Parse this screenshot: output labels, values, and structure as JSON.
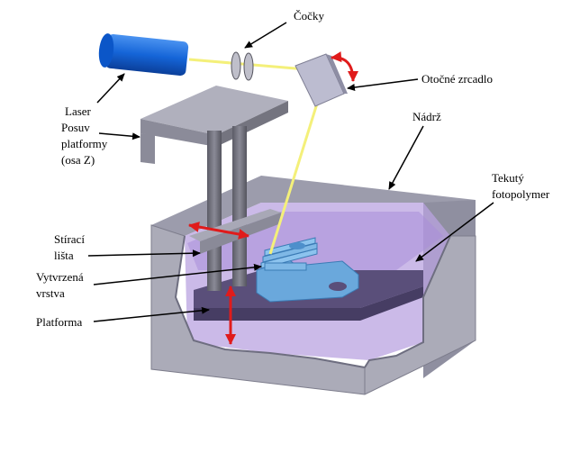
{
  "labels": {
    "lenses": "Čočky",
    "mirror": "Otočné zrcadlo",
    "laser": "Laser",
    "platform_drive": [
      "Posuv",
      "platformy",
      "(osa Z)"
    ],
    "tank": "Nádrž",
    "resin": [
      "Tekutý",
      "fotopolymer"
    ],
    "wiper": [
      "Stírací",
      "lišta"
    ],
    "cured_layer": [
      "Vytvrzená",
      "vrstva"
    ],
    "platform": "Platforma"
  },
  "colors": {
    "laser_body": "#1565d8",
    "beam": "#f4f07a",
    "tank_wall": "#a6a6b4",
    "resin": "#b9a3e0",
    "part": "#7fb8e6",
    "motion_arrow": "#e01b1b",
    "pointer": "#000000"
  },
  "icons": {
    "motion": "double-headed-arrow-icon",
    "rotation": "curved-arrow-icon"
  }
}
